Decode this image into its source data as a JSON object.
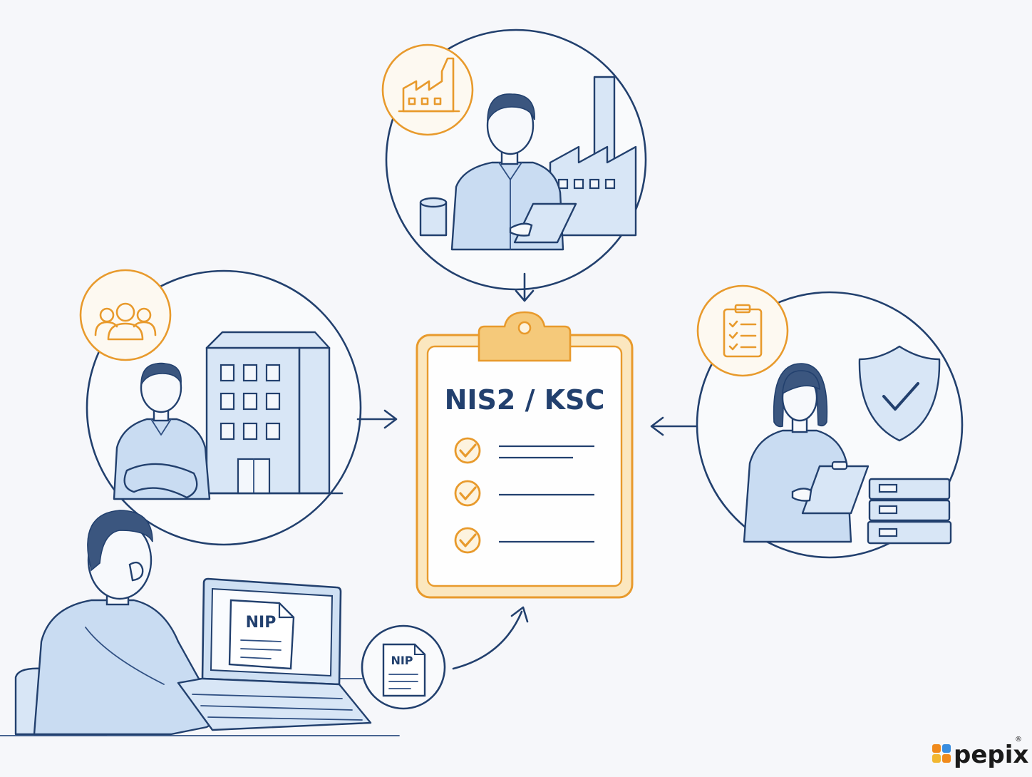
{
  "clipboard": {
    "title": "NIS2 / KSC"
  },
  "laptop": {
    "doc_label": "NIP"
  },
  "nip_badge": {
    "label": "NIP"
  },
  "brand": {
    "name": "pepix",
    "registered_mark": "®"
  },
  "colors": {
    "ink": "#22406e",
    "accent_orange": "#e89a2c",
    "clipboard_fill": "#fdf3df",
    "person_fill": "#c9dcf2"
  },
  "icons": {
    "top": "factory-icon",
    "left": "people-group-icon",
    "right": "checklist-icon"
  }
}
